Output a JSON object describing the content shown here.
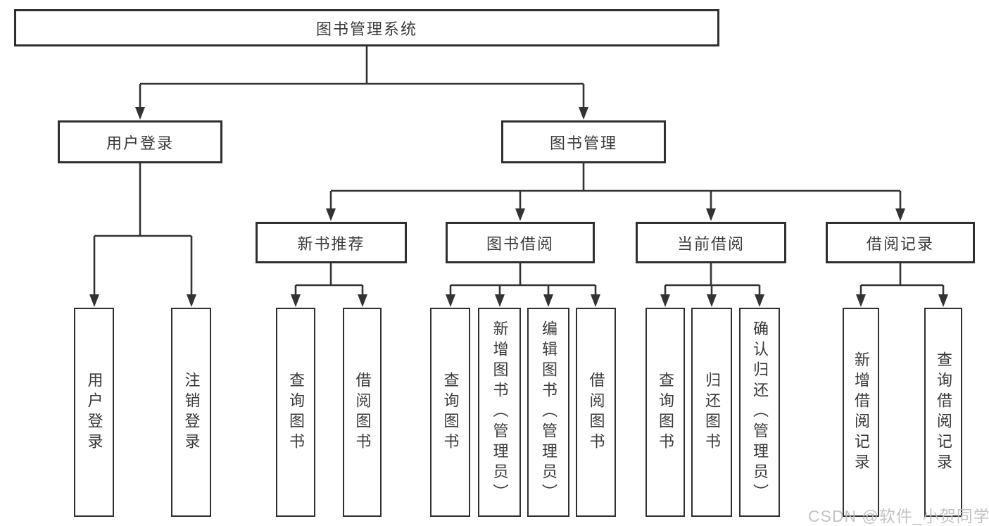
{
  "diagram_title": "图书管理系统",
  "tree": {
    "root": {
      "label": "图书管理系统"
    },
    "user_login": {
      "label": "用户登录",
      "children": [
        {
          "label": "用户登录"
        },
        {
          "label": "注销登录"
        }
      ]
    },
    "book_mgmt": {
      "label": "图书管理",
      "modules": [
        {
          "label": "新书推荐",
          "children": [
            {
              "label": "查询图书"
            },
            {
              "label": "借阅图书"
            }
          ]
        },
        {
          "label": "图书借阅",
          "children": [
            {
              "label": "查询图书"
            },
            {
              "label": "新增图书（管理员）"
            },
            {
              "label": "编辑图书（管理员）"
            },
            {
              "label": "借阅图书"
            }
          ]
        },
        {
          "label": "当前借阅",
          "children": [
            {
              "label": "查询图书"
            },
            {
              "label": "归还图书"
            },
            {
              "label": "确认归还（管理员）"
            }
          ]
        },
        {
          "label": "借阅记录",
          "children": [
            {
              "label": "新增借阅记录"
            },
            {
              "label": "查询借阅记录"
            }
          ]
        }
      ]
    }
  },
  "watermark": {
    "text": "CSDN @软件_小贺同学"
  },
  "colors": {
    "line": "#333333",
    "box_border": "#303030",
    "text": "#3a3a3a",
    "watermark": "#bdbdbd",
    "background": "#ffffff"
  }
}
